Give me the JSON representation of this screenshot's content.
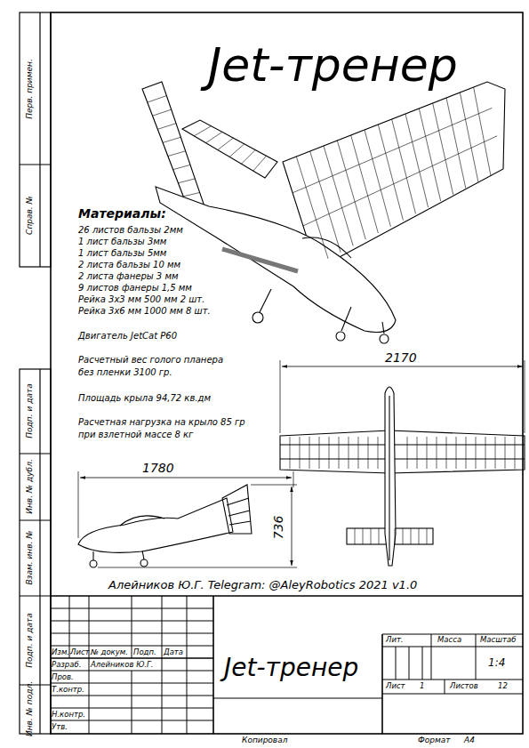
{
  "diagram": {
    "title": "Jet-тренер",
    "labels": [
      "Материалы:",
      "26 листов бальзы 2мм",
      "1 лист бальзы 3мм",
      "1 лист бальзы 5мм",
      "2 листа бальзы 10 мм",
      "2 листа фанеры 3 мм",
      "9 листов фанеры 1,5 мм",
      "Рейка 3х3 мм 500 мм 2 шт.",
      "Рейка 3х6 мм 1000 мм 8 шт.",
      "Двигатель JetCat P60",
      "Расчетный вес голого планера без пленки 3100 гр.",
      "Площадь крыла 94,72 кв.дм",
      "Расчетная нагрузка на крыло 85 гр при взлетной массе 8 кг",
      "2170",
      "1780",
      "736",
      "Алейников Ю.Г. Telegram: @AleyRobotics 2021 v1.0",
      "Перв. примен.",
      "Справ. №",
      "Подп. и дата",
      "Инв. № дубл.",
      "Взам. инв. №",
      "Подп. и дата",
      "Инв. № подл.",
      "Изм.",
      "Лист",
      "№ докум.",
      "Подп.",
      "Дата",
      "Разраб.",
      "Алейников Ю.Г.",
      "Пров.",
      "Т.контр.",
      "Н.контр.",
      "Утв.",
      "Jet-тренер",
      "Лит.",
      "Масса",
      "Масштаб",
      "1:4",
      "Лист",
      "1",
      "Листов",
      "12",
      "Копировал",
      "Формат",
      "A4"
    ]
  }
}
